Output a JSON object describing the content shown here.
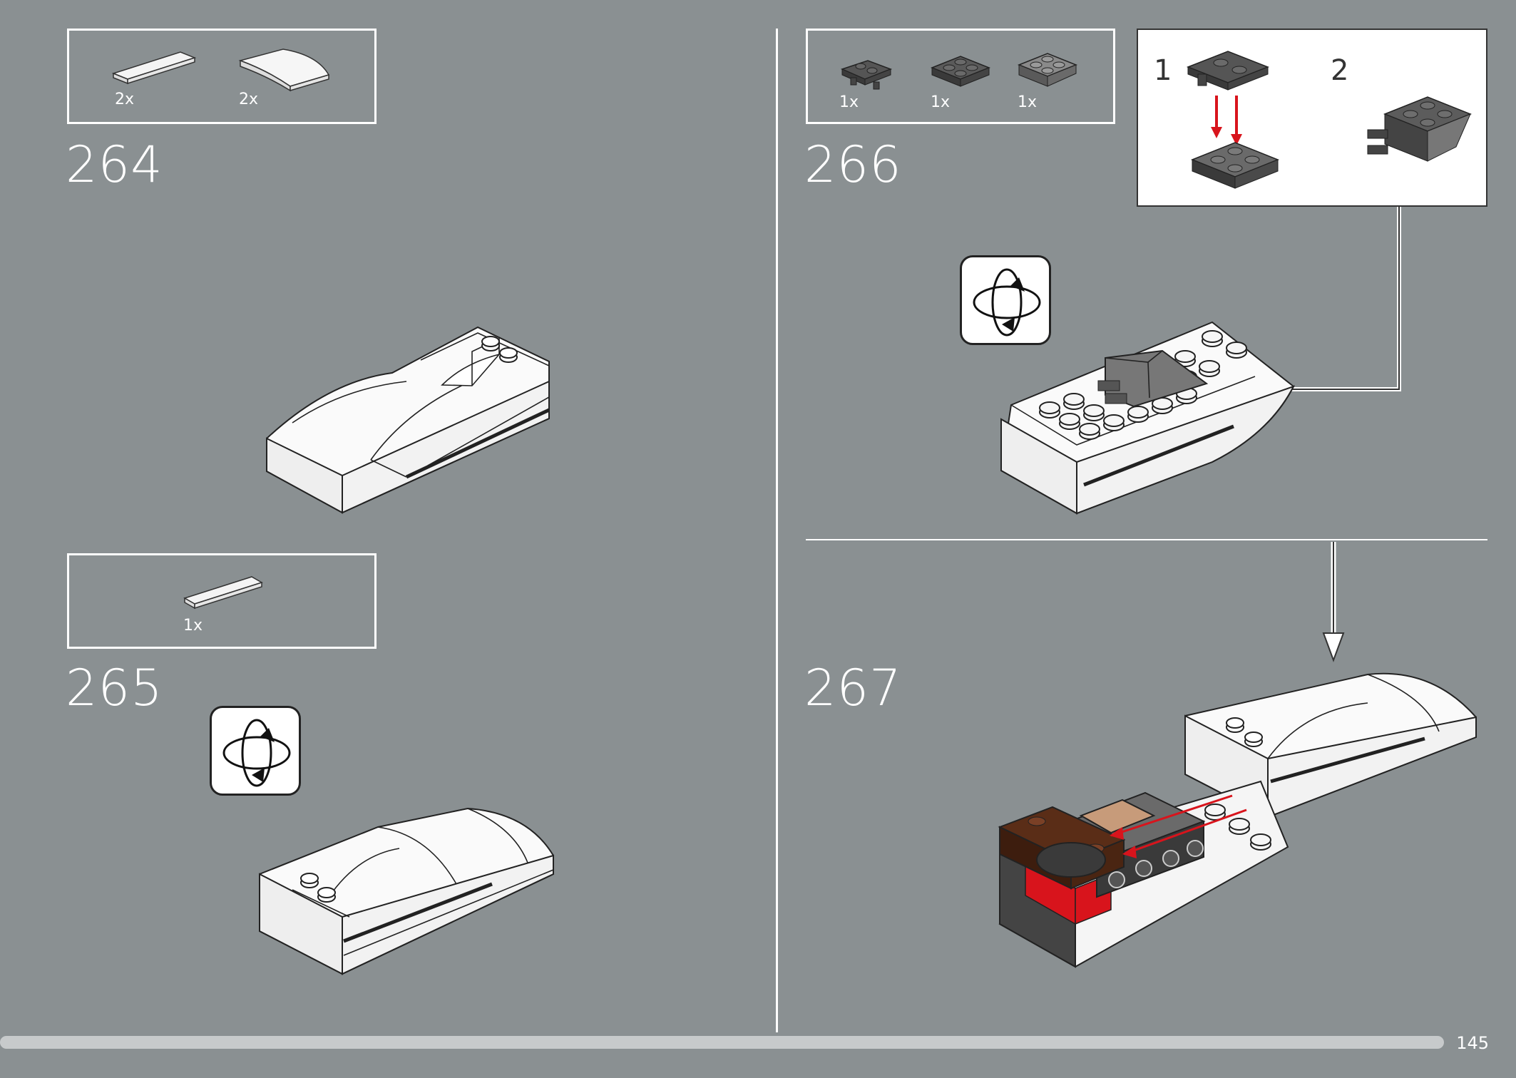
{
  "steps": [
    {
      "number": "264",
      "parts": [
        {
          "qty": "2x"
        },
        {
          "qty": "2x"
        }
      ]
    },
    {
      "number": "265",
      "parts": [
        {
          "qty": "1x"
        }
      ]
    },
    {
      "number": "266",
      "parts": [
        {
          "qty": "1x"
        },
        {
          "qty": "1x"
        },
        {
          "qty": "1x"
        }
      ],
      "subassembly": {
        "labels": [
          "1",
          "2"
        ]
      }
    },
    {
      "number": "267"
    }
  ],
  "footer": {
    "page_number": "145",
    "progress": 0.95
  },
  "colors": {
    "background": "#8a9092",
    "red_accent": "#d8141c",
    "brown": "#5a2d17"
  },
  "icons": [
    "rotate-model-icon"
  ]
}
